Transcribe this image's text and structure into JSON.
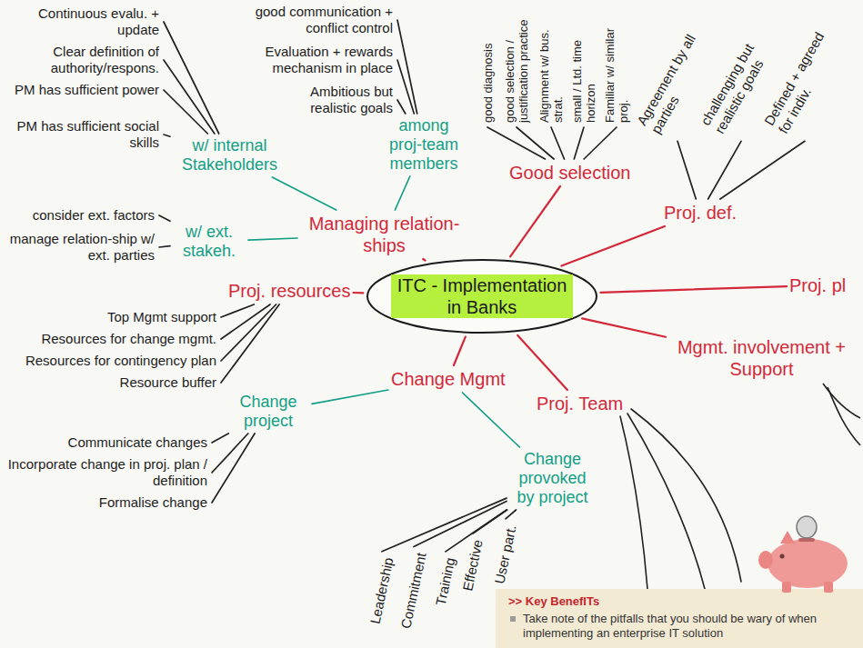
{
  "diagram": {
    "nodes": [
      {
        "text": [
          "ITC - Implementation in Banks"
        ]
      },
      {
        "text": [
          "Good selection"
        ]
      },
      {
        "text": [
          "Proj. def."
        ]
      },
      {
        "text": [
          "Proj. pl"
        ]
      },
      {
        "text": [
          "Mgmt. involvement + Support"
        ]
      },
      {
        "text": [
          "Proj. Team"
        ]
      },
      {
        "text": [
          "Change Mgmt"
        ]
      },
      {
        "text": [
          "Proj. resources"
        ]
      },
      {
        "text": [
          "Managing relation-ships"
        ]
      },
      {
        "text": [
          "w/ internal Stakeholders"
        ]
      },
      {
        "text": [
          "among proj-team members"
        ]
      },
      {
        "text": [
          "w/ ext. stakeh."
        ]
      },
      {
        "text": [
          "Change project"
        ]
      },
      {
        "text": [
          "Change provoked by project"
        ]
      },
      {
        "text": [
          "Continuous evalu. + update"
        ]
      },
      {
        "text": [
          "Clear definition of authority/respons."
        ]
      },
      {
        "text": [
          "PM has sufficient power"
        ]
      },
      {
        "text": [
          "PM has sufficient social skills"
        ]
      },
      {
        "text": [
          "good communication + conflict control"
        ]
      },
      {
        "text": [
          "Evaluation + rewards mechanism in place"
        ]
      },
      {
        "text": [
          "Ambitious but realistic goals"
        ]
      },
      {
        "text": [
          "consider ext. factors"
        ]
      },
      {
        "text": [
          "manage relation-ship w/ ext. parties"
        ]
      },
      {
        "text": [
          "Top Mgmt support"
        ]
      },
      {
        "text": [
          "Resources for change mgmt."
        ]
      },
      {
        "text": [
          "Resources for contingency plan"
        ]
      },
      {
        "text": [
          "Resource buffer"
        ]
      },
      {
        "text": [
          "Communicate changes"
        ]
      },
      {
        "text": [
          "Incorporate change in proj. plan / definition"
        ]
      },
      {
        "text": [
          "Formalise change"
        ]
      },
      {
        "text": [
          "Leadership"
        ]
      },
      {
        "text": [
          "Commitment"
        ]
      },
      {
        "text": [
          "Training"
        ]
      },
      {
        "text": [
          "Effective"
        ]
      },
      {
        "text": [
          "User part."
        ]
      },
      {
        "text": [
          "good diagnosis"
        ]
      },
      {
        "text": [
          "good selection / justification practice"
        ]
      },
      {
        "text": [
          "Alignment w/ bus. strat."
        ]
      },
      {
        "text": [
          "small / Ltd. time horizon"
        ]
      },
      {
        "text": [
          "Familiar w/ similar proj."
        ]
      },
      {
        "text": [
          "Agreement by all parties"
        ]
      },
      {
        "text": [
          "challenging but realistic goals"
        ]
      },
      {
        "text": [
          "Defined + agreed for indiv."
        ]
      },
      {
        "text": [
          ">> Key BenefITs",
          "Take note of the pitfalls that you should be wary of when implementing an enterprise IT solution"
        ]
      }
    ],
    "edges": [
      {
        "from": 0,
        "to": 1,
        "arrow": "none"
      },
      {
        "from": 0,
        "to": 2,
        "arrow": "none"
      },
      {
        "from": 0,
        "to": 3,
        "arrow": "none"
      },
      {
        "from": 0,
        "to": 4,
        "arrow": "none"
      },
      {
        "from": 0,
        "to": 5,
        "arrow": "none"
      },
      {
        "from": 0,
        "to": 6,
        "arrow": "none"
      },
      {
        "from": 0,
        "to": 7,
        "arrow": "none"
      },
      {
        "from": 0,
        "to": 8,
        "arrow": "none"
      },
      {
        "from": 8,
        "to": 9,
        "arrow": "none"
      },
      {
        "from": 8,
        "to": 10,
        "arrow": "none"
      },
      {
        "from": 8,
        "to": 11,
        "arrow": "none"
      },
      {
        "from": 6,
        "to": 12,
        "arrow": "none"
      },
      {
        "from": 6,
        "to": 13,
        "arrow": "none"
      },
      {
        "from": 9,
        "to": 14,
        "arrow": "none"
      },
      {
        "from": 9,
        "to": 15,
        "arrow": "none"
      },
      {
        "from": 9,
        "to": 16,
        "arrow": "none"
      },
      {
        "from": 9,
        "to": 17,
        "arrow": "none"
      },
      {
        "from": 10,
        "to": 18,
        "arrow": "none"
      },
      {
        "from": 10,
        "to": 19,
        "arrow": "none"
      },
      {
        "from": 10,
        "to": 20,
        "arrow": "none"
      },
      {
        "from": 11,
        "to": 21,
        "arrow": "none"
      },
      {
        "from": 11,
        "to": 22,
        "arrow": "none"
      },
      {
        "from": 7,
        "to": 23,
        "arrow": "none"
      },
      {
        "from": 7,
        "to": 24,
        "arrow": "none"
      },
      {
        "from": 7,
        "to": 25,
        "arrow": "none"
      },
      {
        "from": 7,
        "to": 26,
        "arrow": "none"
      },
      {
        "from": 12,
        "to": 27,
        "arrow": "none"
      },
      {
        "from": 12,
        "to": 28,
        "arrow": "none"
      },
      {
        "from": 12,
        "to": 29,
        "arrow": "none"
      },
      {
        "from": 13,
        "to": 30,
        "arrow": "none"
      },
      {
        "from": 13,
        "to": 31,
        "arrow": "none"
      },
      {
        "from": 13,
        "to": 32,
        "arrow": "none"
      },
      {
        "from": 13,
        "to": 33,
        "arrow": "none"
      },
      {
        "from": 13,
        "to": 34,
        "arrow": "none"
      },
      {
        "from": 1,
        "to": 35,
        "arrow": "none"
      },
      {
        "from": 1,
        "to": 36,
        "arrow": "none"
      },
      {
        "from": 1,
        "to": 37,
        "arrow": "none"
      },
      {
        "from": 1,
        "to": 38,
        "arrow": "none"
      },
      {
        "from": 1,
        "to": 39,
        "arrow": "none"
      },
      {
        "from": 2,
        "to": 40,
        "arrow": "none"
      },
      {
        "from": 2,
        "to": 41,
        "arrow": "none"
      },
      {
        "from": 2,
        "to": 42,
        "arrow": "none"
      }
    ]
  }
}
